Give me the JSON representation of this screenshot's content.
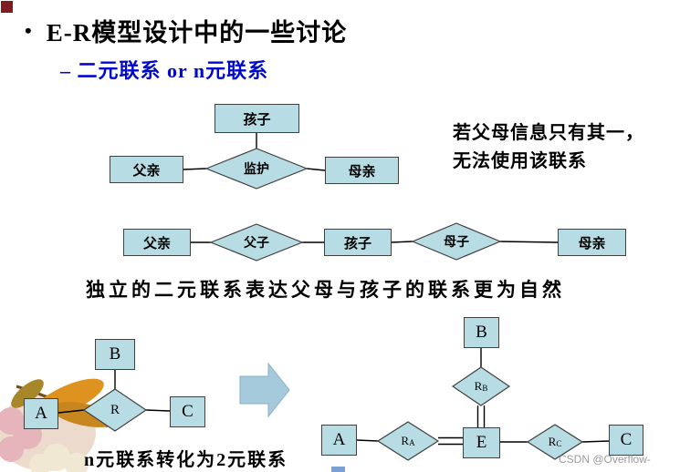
{
  "slide": {
    "bullet": "•",
    "title": "E-R模型设计中的一些讨论",
    "subtitle": "– 二元联系 or n元联系",
    "note": {
      "line1": "若父母信息只有其一，",
      "line2": "无法使用该联系"
    },
    "caption_binary": "独立的二元联系表达父母与孩子的联系更为自然",
    "caption_nary": "n元联系转化为2元联系",
    "watermark": "CSDN @Overflow-"
  },
  "guardian_diagram": {
    "child": "孩子",
    "relation": "监护",
    "father": "父亲",
    "mother": "母亲"
  },
  "separate_diagram": {
    "father": "父亲",
    "father_child": "父子",
    "child": "孩子",
    "mother_child": "母子",
    "mother": "母亲"
  },
  "nary_diagram": {
    "a": "A",
    "b": "B",
    "c": "C",
    "r": "R"
  },
  "converted_diagram": {
    "a": "A",
    "b": "B",
    "c": "C",
    "e": "E",
    "r": "R",
    "sub_a": "A",
    "sub_b": "B",
    "sub_c": "C"
  },
  "colors": {
    "shape_fill": "#b8dce4",
    "shape_border": "#404040",
    "subtitle_blue": "#0008cc",
    "arrow_fill": "#a5cadc"
  }
}
